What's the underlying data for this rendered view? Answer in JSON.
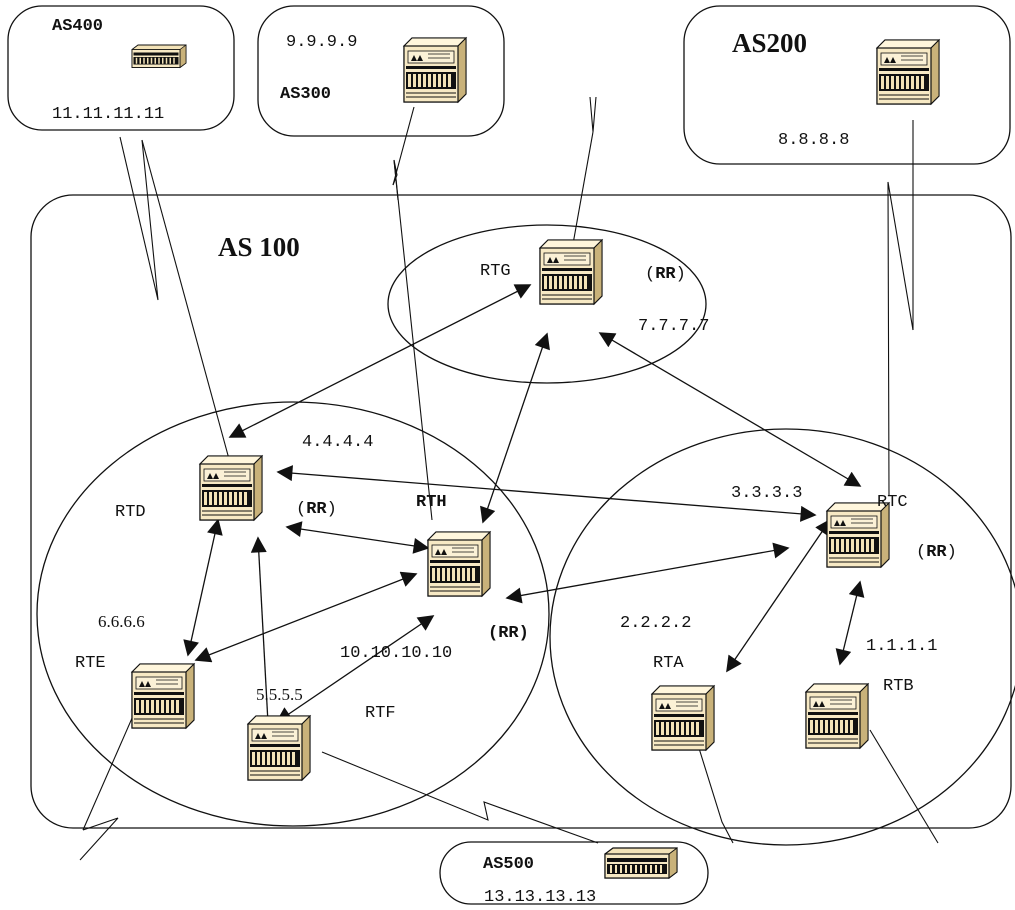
{
  "as400": {
    "label": "AS400",
    "ip": "11.11.11.11"
  },
  "as300": {
    "ip": "9.9.9.9",
    "label": "AS300"
  },
  "as200": {
    "label": "AS200",
    "ip": "8.8.8.8"
  },
  "as500": {
    "label": "AS500",
    "ip": "13.13.13.13"
  },
  "as100": {
    "label": "AS 100"
  },
  "rr_text": "RR",
  "paren_open": "(",
  "paren_close": ")",
  "routers": {
    "rtg": {
      "name": "RTG",
      "ip": "7.7.7.7"
    },
    "rtd": {
      "name": "RTD",
      "ip": "4.4.4.4"
    },
    "rth": {
      "name": "RTH",
      "ip": "10.10.10.10"
    },
    "rtc": {
      "name": "RTC",
      "ip": "3.3.3.3"
    },
    "rte": {
      "name": "RTE",
      "ip": "6.6.6.6"
    },
    "rtf": {
      "name": "RTF",
      "ip": "5.5.5.5"
    },
    "rta": {
      "name": "RTA",
      "ip": "2.2.2.2"
    },
    "rtb": {
      "name": "RTB",
      "ip": "1.1.1.1"
    }
  },
  "colors": {
    "router_body": "#f3e3b8",
    "router_dark": "#1a1a1a",
    "line": "#111111"
  }
}
